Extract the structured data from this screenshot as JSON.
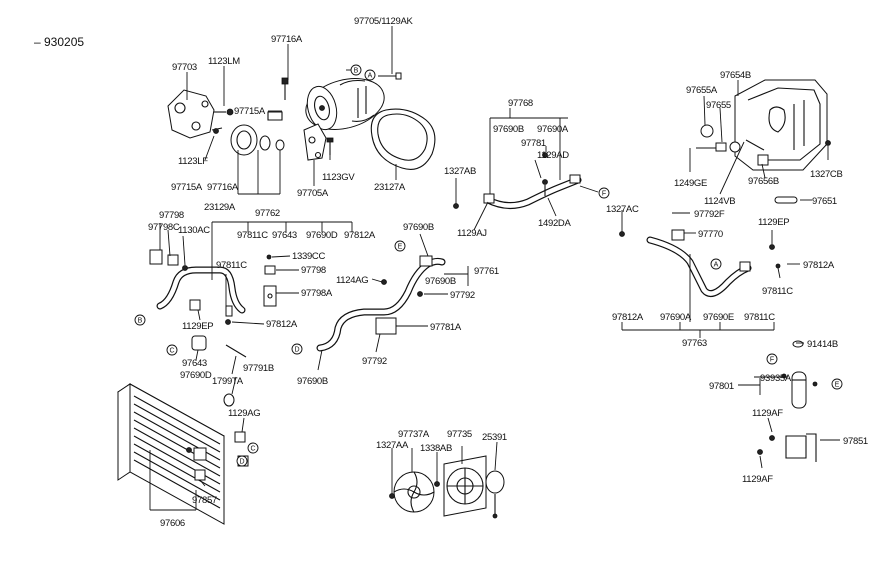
{
  "diagram": {
    "code": "– 930205",
    "part_labels": [
      {
        "id": "p1",
        "text": "97705/1129AK"
      },
      {
        "id": "p2",
        "text": "97716A"
      },
      {
        "id": "p3",
        "text": "97703"
      },
      {
        "id": "p4",
        "text": "1123LM"
      },
      {
        "id": "p5",
        "text": "97715A"
      },
      {
        "id": "p6",
        "text": "1123LF"
      },
      {
        "id": "p7",
        "text": "1123GV"
      },
      {
        "id": "p8",
        "text": "97705A"
      },
      {
        "id": "p9",
        "text": "23127A"
      },
      {
        "id": "p10",
        "text": "97715A"
      },
      {
        "id": "p11",
        "text": "97716A"
      },
      {
        "id": "p12",
        "text": "23129A"
      },
      {
        "id": "p13",
        "text": "97768"
      },
      {
        "id": "p14",
        "text": "97690B"
      },
      {
        "id": "p15",
        "text": "97690A"
      },
      {
        "id": "p16",
        "text": "97781"
      },
      {
        "id": "p17",
        "text": "1129AD"
      },
      {
        "id": "p18",
        "text": "1327AB"
      },
      {
        "id": "p19",
        "text": "1129AJ"
      },
      {
        "id": "p20",
        "text": "1492DA"
      },
      {
        "id": "p21",
        "text": "1327AC"
      },
      {
        "id": "p22",
        "text": "97654B"
      },
      {
        "id": "p23",
        "text": "97655A"
      },
      {
        "id": "p24",
        "text": "97655"
      },
      {
        "id": "p25",
        "text": "1327CB"
      },
      {
        "id": "p26",
        "text": "1249GE"
      },
      {
        "id": "p27",
        "text": "97656B"
      },
      {
        "id": "p28",
        "text": "1124VB"
      },
      {
        "id": "p29",
        "text": "97651"
      },
      {
        "id": "p30",
        "text": "97792F"
      },
      {
        "id": "p31",
        "text": "97770"
      },
      {
        "id": "p32",
        "text": "1129EP"
      },
      {
        "id": "p33",
        "text": "97812A"
      },
      {
        "id": "p34",
        "text": "97811C"
      },
      {
        "id": "p35",
        "text": "97812A"
      },
      {
        "id": "p36",
        "text": "97690A"
      },
      {
        "id": "p37",
        "text": "97690E"
      },
      {
        "id": "p38",
        "text": "97811C"
      },
      {
        "id": "p39",
        "text": "97763"
      },
      {
        "id": "p40",
        "text": "91414B"
      },
      {
        "id": "p41",
        "text": "97801"
      },
      {
        "id": "p42",
        "text": "93935A"
      },
      {
        "id": "p43",
        "text": "1129AF"
      },
      {
        "id": "p44",
        "text": "97851"
      },
      {
        "id": "p45",
        "text": "1129AF"
      },
      {
        "id": "p46",
        "text": "97798"
      },
      {
        "id": "p47",
        "text": "97762"
      },
      {
        "id": "p48",
        "text": "97798C"
      },
      {
        "id": "p49",
        "text": "1130AC"
      },
      {
        "id": "p50",
        "text": "97811C"
      },
      {
        "id": "p51",
        "text": "97643"
      },
      {
        "id": "p52",
        "text": "97690D"
      },
      {
        "id": "p53",
        "text": "97812A"
      },
      {
        "id": "p54",
        "text": "1339CC"
      },
      {
        "id": "p55",
        "text": "97798"
      },
      {
        "id": "p56",
        "text": "97811C"
      },
      {
        "id": "p57",
        "text": "97798A"
      },
      {
        "id": "p58",
        "text": "1129EP"
      },
      {
        "id": "p59",
        "text": "97812A"
      },
      {
        "id": "p60",
        "text": "97643"
      },
      {
        "id": "p61",
        "text": "97690D"
      },
      {
        "id": "p62",
        "text": "1799TA"
      },
      {
        "id": "p63",
        "text": "97791B"
      },
      {
        "id": "p64",
        "text": "1129AG"
      },
      {
        "id": "p65",
        "text": "97857"
      },
      {
        "id": "p66",
        "text": "97606"
      },
      {
        "id": "p67",
        "text": "97690B"
      },
      {
        "id": "p68",
        "text": "97761"
      },
      {
        "id": "p69",
        "text": "1124AG"
      },
      {
        "id": "p70",
        "text": "97690B"
      },
      {
        "id": "p71",
        "text": "97792"
      },
      {
        "id": "p72",
        "text": "97781A"
      },
      {
        "id": "p73",
        "text": "97792"
      },
      {
        "id": "p74",
        "text": "97690B"
      },
      {
        "id": "p75",
        "text": "97737A"
      },
      {
        "id": "p76",
        "text": "97735"
      },
      {
        "id": "p77",
        "text": "1327AA"
      },
      {
        "id": "p78",
        "text": "1338AB"
      },
      {
        "id": "p79",
        "text": "25391"
      }
    ],
    "callouts": [
      {
        "id": "c1",
        "text": "B"
      },
      {
        "id": "c2",
        "text": "A"
      },
      {
        "id": "c3",
        "text": "F"
      },
      {
        "id": "c4",
        "text": "A"
      },
      {
        "id": "c5",
        "text": "E"
      },
      {
        "id": "c6",
        "text": "B"
      },
      {
        "id": "c7",
        "text": "C"
      },
      {
        "id": "c8",
        "text": "D"
      },
      {
        "id": "c9",
        "text": "C"
      },
      {
        "id": "c10",
        "text": "D"
      },
      {
        "id": "c11",
        "text": "F"
      },
      {
        "id": "c12",
        "text": "E"
      }
    ]
  }
}
